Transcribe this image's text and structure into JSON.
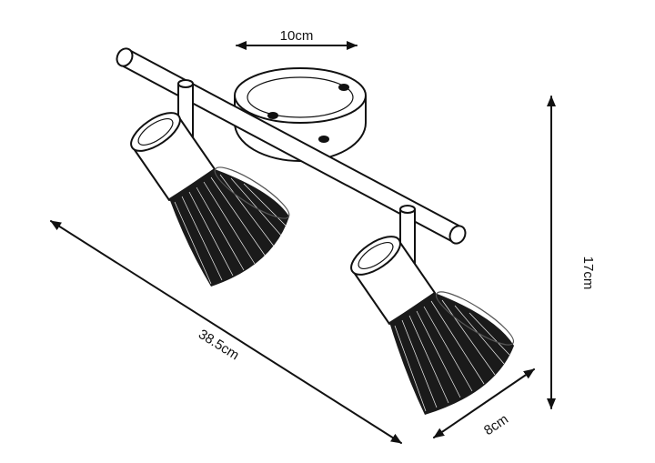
{
  "dimensions": {
    "canopy_diameter": "10cm",
    "total_length": "38.5cm",
    "height": "17cm",
    "shade_diameter": "8cm"
  }
}
